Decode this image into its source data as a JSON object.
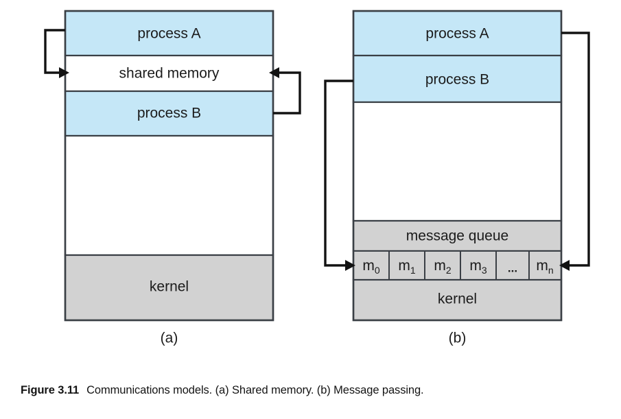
{
  "figure": {
    "number_label": "Figure 3.11",
    "caption_text": "Communications models. (a) Shared memory. (b) Message passing."
  },
  "diagram_a": {
    "panel_label": "(a)",
    "title_meaning": "shared-memory communications model",
    "bands": [
      {
        "id": "process-a",
        "label": "process  A",
        "fill": "#c5e7f7"
      },
      {
        "id": "shared-memory",
        "label": "shared memory",
        "fill": "#ffffff"
      },
      {
        "id": "process-b",
        "label": "process  B",
        "fill": "#c5e7f7"
      },
      {
        "id": "empty-space",
        "label": "",
        "fill": "#ffffff"
      },
      {
        "id": "kernel",
        "label": "kernel",
        "fill": "#d2d2d2"
      }
    ],
    "arrows": [
      {
        "id": "arrow-process-a-to-shared-memory",
        "from": "process A",
        "to": "shared memory",
        "side": "left"
      },
      {
        "id": "arrow-process-b-to-shared-memory",
        "from": "process B",
        "to": "shared memory",
        "side": "right"
      }
    ]
  },
  "diagram_b": {
    "panel_label": "(b)",
    "title_meaning": "message-passing communications model",
    "bands": [
      {
        "id": "process-a",
        "label": "process  A",
        "fill": "#c5e7f7"
      },
      {
        "id": "process-b",
        "label": "process  B",
        "fill": "#c5e7f7"
      },
      {
        "id": "empty-space",
        "label": "",
        "fill": "#ffffff"
      },
      {
        "id": "message-queue",
        "label": "message queue",
        "fill": "#d2d2d2"
      },
      {
        "id": "kernel",
        "label": "kernel",
        "fill": "#d2d2d2"
      }
    ],
    "message_cells": [
      {
        "id": "m0",
        "base": "m",
        "sub": "0"
      },
      {
        "id": "m1",
        "base": "m",
        "sub": "1"
      },
      {
        "id": "m2",
        "base": "m",
        "sub": "2"
      },
      {
        "id": "m3",
        "base": "m",
        "sub": "3"
      },
      {
        "id": "ellipsis",
        "base": "...",
        "sub": ""
      },
      {
        "id": "mn",
        "base": "m",
        "sub": "n"
      }
    ],
    "arrows": [
      {
        "id": "arrow-process-b-to-queue",
        "from": "process B",
        "to": "m0",
        "side": "left"
      },
      {
        "id": "arrow-process-a-to-queue",
        "from": "process A",
        "to": "mn",
        "side": "right"
      }
    ]
  },
  "colors": {
    "process_fill": "#c5e7f7",
    "kernel_fill": "#d2d2d2",
    "queue_fill": "#d2d2d2",
    "empty_fill": "#ffffff",
    "outline": "#3a3f45",
    "arrow": "#121212",
    "text": "#1b1b1b"
  }
}
